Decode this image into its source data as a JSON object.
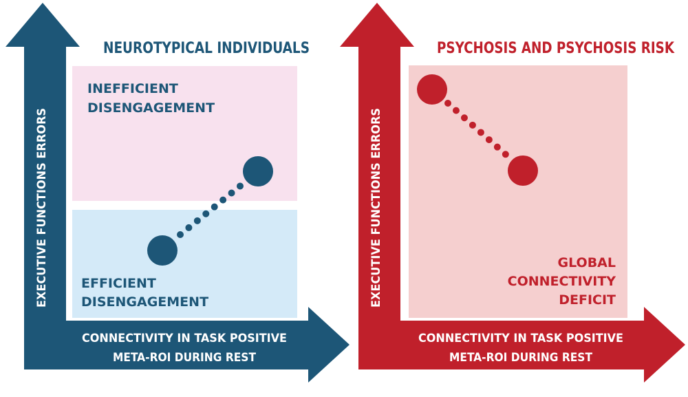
{
  "colors": {
    "blue": "#1d5677",
    "red": "#c0202b",
    "pink_zone": "#f8e1ee",
    "lightblue_zone": "#d4eaf8",
    "lightred_zone": "#f5cfcf",
    "white": "#ffffff"
  },
  "panels": [
    {
      "title": "NEUROTYPICAL INDIVIDUALS",
      "y_axis_label": "EXECUTIVE FUNCTIONS ERRORS",
      "x_axis_label_line1": "CONNECTIVITY IN TASK POSITIVE",
      "x_axis_label_line2": "META-ROI DURING REST",
      "zone_top_line1": "INEFFICIENT",
      "zone_top_line2": "DISENGAGEMENT",
      "zone_bottom_line1": "EFFICIENT",
      "zone_bottom_line2": "DISENGAGEMENT"
    },
    {
      "title": "PSYCHOSIS AND PSYCHOSIS RISK",
      "y_axis_label": "EXECUTIVE FUNCTIONS ERRORS",
      "x_axis_label_line1": "CONNECTIVITY IN TASK POSITIVE",
      "x_axis_label_line2": "META-ROI DURING REST",
      "zone_line1": "GLOBAL",
      "zone_line2": "CONNECTIVITY",
      "zone_line3": "DEFICIT"
    }
  ]
}
